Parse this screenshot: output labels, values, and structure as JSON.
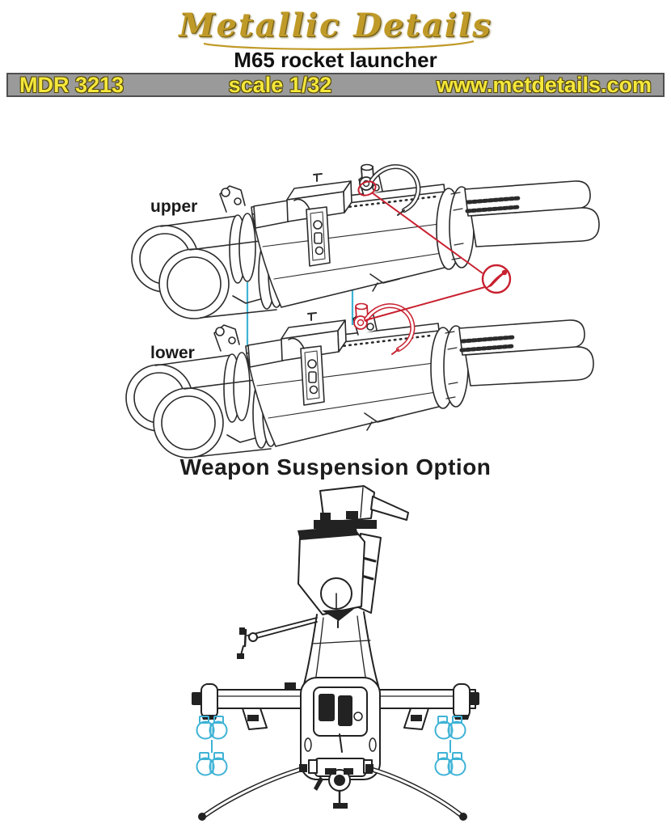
{
  "header": {
    "brand": "Metallic Details",
    "product_title": "M65 rocket launcher",
    "banner": {
      "code": "MDR 3213",
      "scale": "scale 1/32",
      "website": "www.metdetails.com"
    }
  },
  "diagram": {
    "labels": {
      "upper": "upper",
      "lower": "lower"
    },
    "colors": {
      "line": "#2b2b2b",
      "highlight_red": "#c8202f",
      "attach_cyan": "#3fb3d6",
      "gold": "#c09a28",
      "banner_bg": "#9a9a9a",
      "banner_text": "#f4e73b"
    }
  },
  "suspension": {
    "heading": "Weapon Suspension Option"
  }
}
